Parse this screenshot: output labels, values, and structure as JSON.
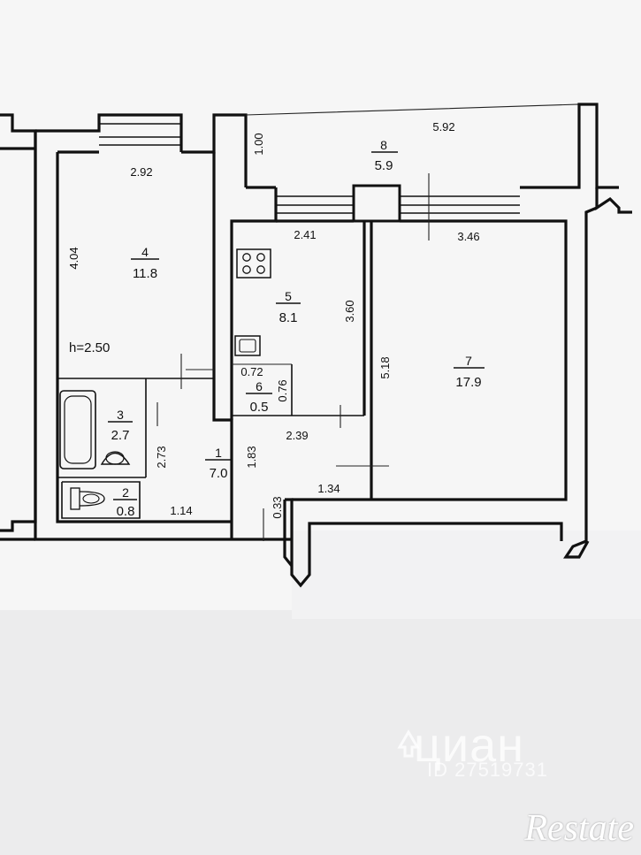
{
  "plan": {
    "ceiling_height": "h=2.50",
    "rooms": [
      {
        "id": "4",
        "number": "4",
        "area": "11.8"
      },
      {
        "id": "5",
        "number": "5",
        "area": "8.1"
      },
      {
        "id": "6",
        "number": "6",
        "area": "0.5"
      },
      {
        "id": "7",
        "number": "7",
        "area": "17.9"
      },
      {
        "id": "8",
        "number": "8",
        "area": "5.9"
      },
      {
        "id": "3",
        "number": "3",
        "area": "2.7"
      },
      {
        "id": "2",
        "number": "2",
        "area": "0.8"
      },
      {
        "id": "1",
        "number": "1",
        "area": "7.0"
      }
    ],
    "dimensions": {
      "d592": "5.92",
      "d100": "1.00",
      "d292": "2.92",
      "d241": "2.41",
      "d346": "3.46",
      "d404": "4.04",
      "d360": "3.60",
      "d518": "5.18",
      "d072": "0.72",
      "d076": "0.76",
      "d239": "2.39",
      "d273": "2.73",
      "d183": "1.83",
      "d134": "1.34",
      "d114": "1.14",
      "d033": "0.33"
    }
  },
  "watermark": {
    "logo_text": "циан",
    "listing_id": "ID 27519731"
  },
  "brand": {
    "name": "Restate"
  }
}
